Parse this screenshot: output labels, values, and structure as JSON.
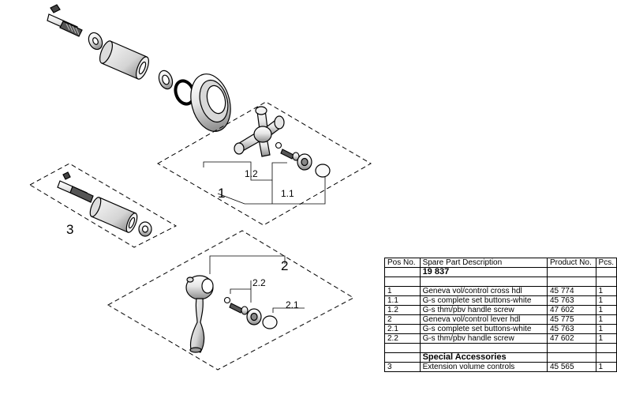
{
  "callouts": {
    "assembly_1": "1",
    "part_1_1": "1.1",
    "part_1_2": "1.2",
    "assembly_2": "2",
    "part_2_1": "2.1",
    "part_2_2": "2.2",
    "part_3": "3"
  },
  "table": {
    "headers": [
      "Pos No.",
      "Spare Part Description",
      "Product No.",
      "Pcs."
    ],
    "model": "19 837",
    "rows": [
      {
        "pos": "1",
        "desc": "Geneva vol/control cross hdl",
        "product": "45 774",
        "pcs": "1"
      },
      {
        "pos": "1.1",
        "desc": "G-s complete set buttons-white",
        "product": "45 763",
        "pcs": "1"
      },
      {
        "pos": "1.2",
        "desc": "G-s thm/pbv handle screw",
        "product": "47 602",
        "pcs": "1"
      },
      {
        "pos": "2",
        "desc": "Geneva vol/control lever hdl",
        "product": "45 775",
        "pcs": "1"
      },
      {
        "pos": "2.1",
        "desc": "G-s complete set buttons-white",
        "product": "45 763",
        "pcs": "1"
      },
      {
        "pos": "2.2",
        "desc": "G-s thm/pbv handle screw",
        "product": "47 602",
        "pcs": "1"
      }
    ],
    "special_heading": "Special Accessories",
    "special_rows": [
      {
        "pos": "3",
        "desc": "Extension volume controls",
        "product": "45 565",
        "pcs": "1"
      }
    ]
  }
}
